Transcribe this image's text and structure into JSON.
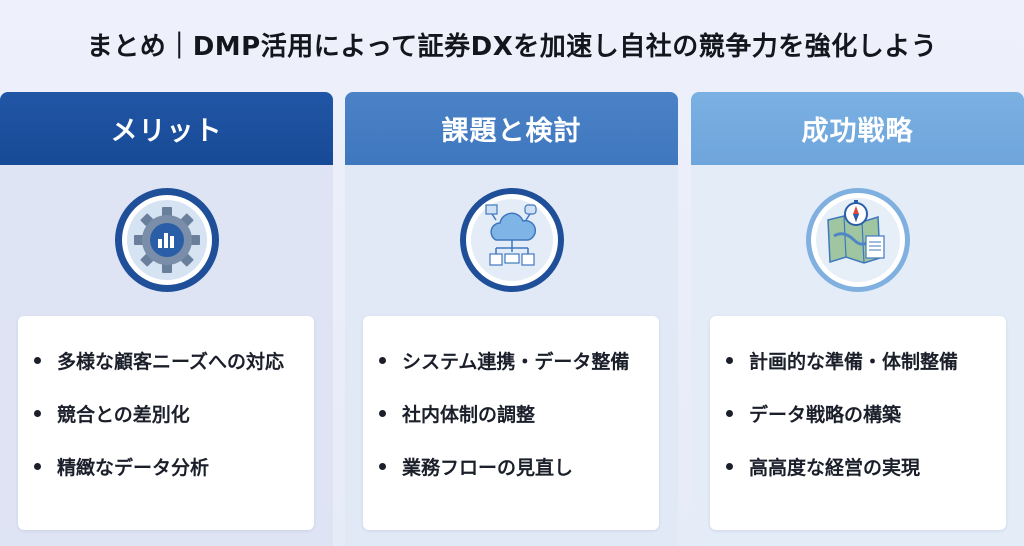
{
  "title": "まとめ｜DMP活用によって証券DXを加速し自社の競争力を強化しよう",
  "columns": [
    {
      "header": "メリット",
      "icon": "gear-chart-icon",
      "items": [
        "多様な顧客ニーズへの対応",
        "競合との差別化",
        "精緻なデータ分析"
      ]
    },
    {
      "header": "課題と検討",
      "icon": "cloud-network-icon",
      "items": [
        "システム連携・データ整備",
        "社内体制の調整",
        "業務フローの見直し"
      ]
    },
    {
      "header": "成功戦略",
      "icon": "map-compass-icon",
      "items": [
        "計画的な準備・体制整備",
        "データ戦略の構築",
        "高高度な経営の実現"
      ]
    }
  ],
  "colors": {
    "header_1": "#1c4f9e",
    "header_2": "#4580c5",
    "header_3": "#74abde",
    "icon_ring": "#1f4f98"
  }
}
